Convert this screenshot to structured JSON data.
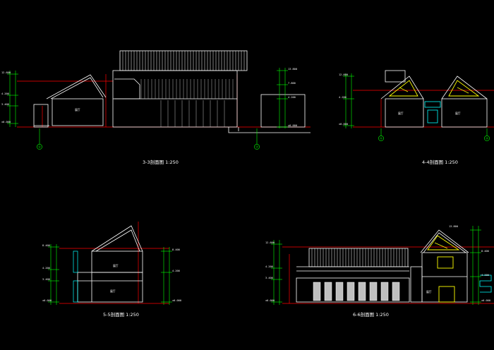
{
  "sections": [
    {
      "id": "s33",
      "caption": "3-3剖面图 1:250",
      "axes": [
        "①",
        "⑦"
      ]
    },
    {
      "id": "s44",
      "caption": "4-4剖面图 1:250",
      "axes": [
        "①",
        "②"
      ]
    },
    {
      "id": "s55",
      "caption": "5-5剖面图 1:250"
    },
    {
      "id": "s66",
      "caption": "6-6剖面图 1:250"
    }
  ],
  "colors": {
    "background": "#000000",
    "line": "#ffffff",
    "red": "#ff0000",
    "green": "#00ff00",
    "yellow": "#ffff00",
    "cyan": "#00ffff",
    "gray": "#bfbfbf"
  }
}
